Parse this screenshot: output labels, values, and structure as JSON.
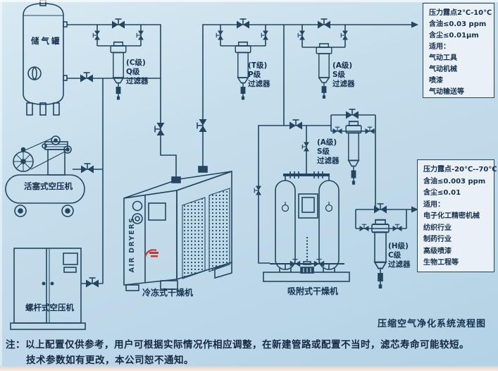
{
  "caption": "压缩空气净化系统流程图",
  "equipment": {
    "storage_tank": "储气罐",
    "piston_compressor": "活塞式空压机",
    "screw_compressor": "螺杆式空压机",
    "refrigerated_dryer": "冷冻式干燥机",
    "adsorption_dryer": "吸附式干燥机",
    "air_dryers_text": "AIR DRYERS"
  },
  "filters": {
    "q": {
      "grade": "(C级)",
      "level": "Q级",
      "type": "过滤器"
    },
    "p": {
      "grade": "(T级)",
      "level": "P级",
      "type": "过滤器"
    },
    "s1": {
      "grade": "(A级)",
      "level": "S级",
      "type": "过滤器"
    },
    "s2": {
      "grade": "(A级)",
      "level": "S级",
      "type": "过滤器"
    },
    "c": {
      "grade": "(H级)",
      "level": "C级",
      "type": "过滤器"
    }
  },
  "spec_box_1": {
    "lines": [
      "压力露点2℃-10℃",
      "含油≤0.03 ppm",
      "含尘≤0.01μm",
      "适用：",
      "气动工具",
      "气动机械",
      "喷漆",
      "气动输送等"
    ]
  },
  "spec_box_2": {
    "lines": [
      "压力露点-20℃--70℃",
      "含油≤0.003 ppm",
      "含尘≤0.01",
      "适用：",
      "电子化工精密机械",
      "纺织行业",
      "制药行业",
      "高级喷漆",
      "生物工程等"
    ]
  },
  "note": {
    "line1": "注：以上配置仅供参考，用户可根据实际情况作相应调整，在新建管路或配置不当时，滤芯寿命可能较短。",
    "line2": "技术参数如有更改，本公司恕不通知。"
  },
  "colors": {
    "line": "#24455f",
    "background": "#c3dbea",
    "box_fill": "#e9f1f7",
    "text": "#16304f",
    "logo_red": "#c23a30"
  }
}
